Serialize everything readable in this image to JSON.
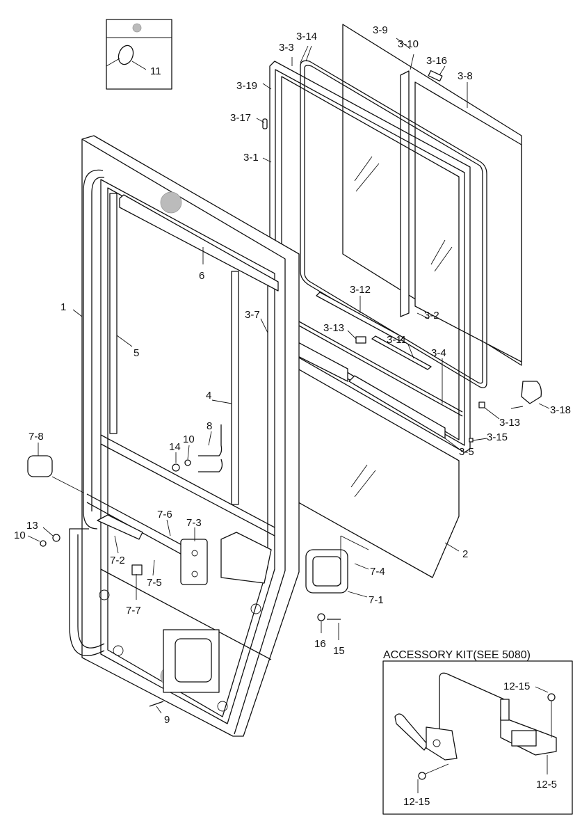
{
  "diagram": {
    "inset_label": "11",
    "accessory_kit": {
      "title": "ACCESSORY KIT(SEE 5080)",
      "labels": [
        "12-15",
        "12-15",
        "12-5"
      ]
    },
    "labels": {
      "l3_9": "3-9",
      "l3_14": "3-14",
      "l3_3": "3-3",
      "l3_10": "3-10",
      "l3_16": "3-16",
      "l3_8": "3-8",
      "l3_19": "3-19",
      "l3_17": "3-17",
      "l3_1": "3-1",
      "l6": "6",
      "l1": "1",
      "l5": "5",
      "l3_12": "3-12",
      "l3_2": "3-2",
      "l3_7": "3-7",
      "l3_13a": "3-13",
      "l3_11": "3-11",
      "l3_4": "3-4",
      "l4": "4",
      "l3_18": "3-18",
      "l3_13b": "3-13",
      "l3_15": "3-15",
      "l3_5": "3-5",
      "l8": "8",
      "l14": "14",
      "l10a": "10",
      "l7_8": "7-8",
      "l7_6": "7-6",
      "l7_3": "7-3",
      "l13": "13",
      "l10b": "10",
      "l2": "2",
      "l7_4": "7-4",
      "l7_2": "7-2",
      "l7_5": "7-5",
      "l7_1": "7-1",
      "l7_7": "7-7",
      "l16": "16",
      "l15": "15",
      "l9": "9"
    }
  }
}
